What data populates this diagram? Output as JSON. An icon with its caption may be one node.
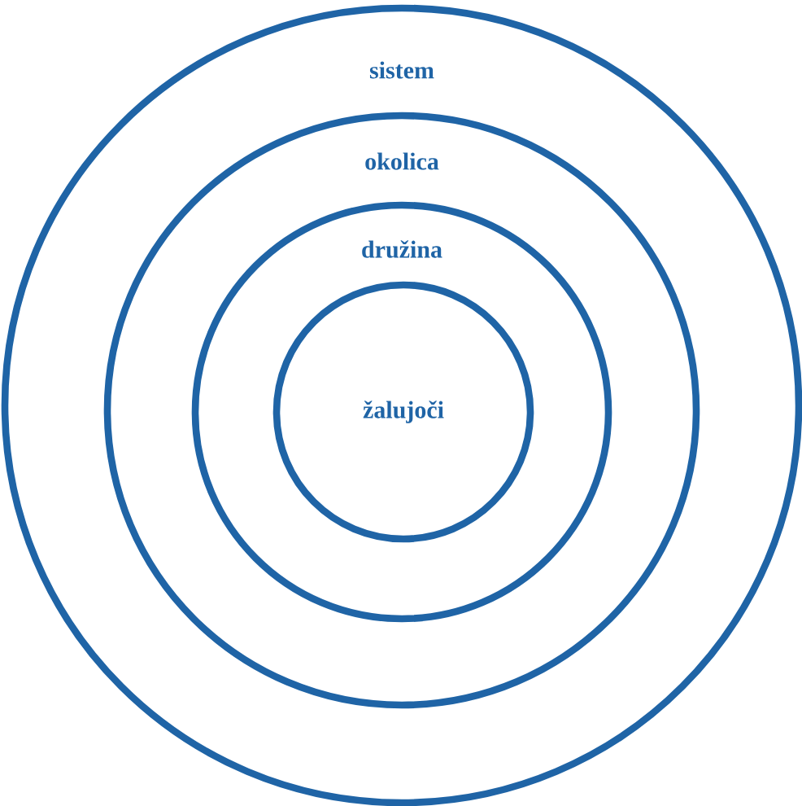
{
  "diagram": {
    "nodes": [
      {
        "text": [
          "sistem"
        ]
      },
      {
        "text": [
          "okolica"
        ],
        "in": 0
      },
      {
        "text": [
          "družina"
        ],
        "in": 1
      },
      {
        "text": [
          "žalujoči"
        ],
        "in": 2
      }
    ]
  }
}
